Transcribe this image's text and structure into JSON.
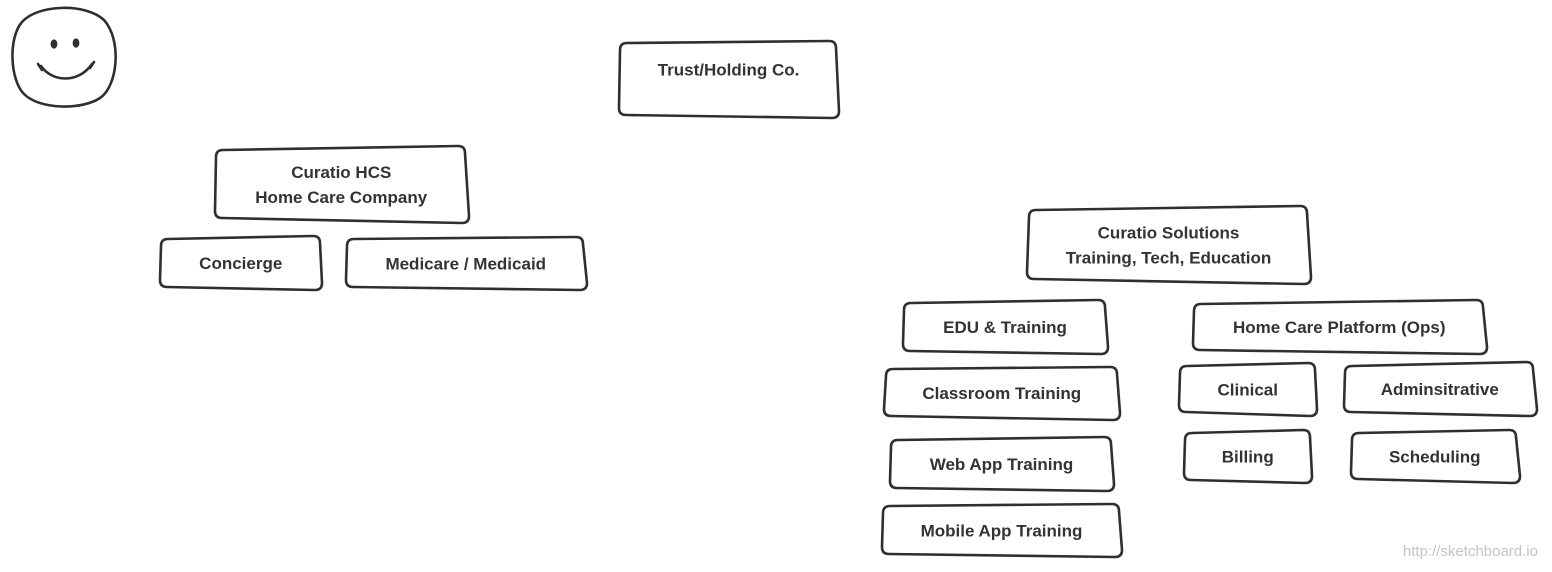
{
  "nodes": {
    "trust": {
      "lines": [
        "Trust/Holding Co."
      ]
    },
    "curatio_hcs": {
      "lines": [
        "Curatio HCS",
        "Home Care Company"
      ]
    },
    "concierge": {
      "lines": [
        "Concierge"
      ]
    },
    "medicare": {
      "lines": [
        "Medicare / Medicaid"
      ]
    },
    "curatio_solutions": {
      "lines": [
        "Curatio Solutions",
        "Training, Tech, Education"
      ]
    },
    "edu_training": {
      "lines": [
        "EDU & Training"
      ]
    },
    "classroom": {
      "lines": [
        "Classroom Training"
      ]
    },
    "web_app": {
      "lines": [
        "Web App Training"
      ]
    },
    "mobile_app": {
      "lines": [
        "Mobile App Training"
      ]
    },
    "home_care_platform": {
      "lines": [
        "Home Care Platform (Ops)"
      ]
    },
    "clinical": {
      "lines": [
        "Clinical"
      ]
    },
    "administrative": {
      "lines": [
        "Adminsitrative"
      ]
    },
    "billing": {
      "lines": [
        "Billing"
      ]
    },
    "scheduling": {
      "lines": [
        "Scheduling"
      ]
    }
  },
  "watermark": "http://sketchboard.io",
  "icons": {
    "avatar": "smiley-face-icon"
  }
}
